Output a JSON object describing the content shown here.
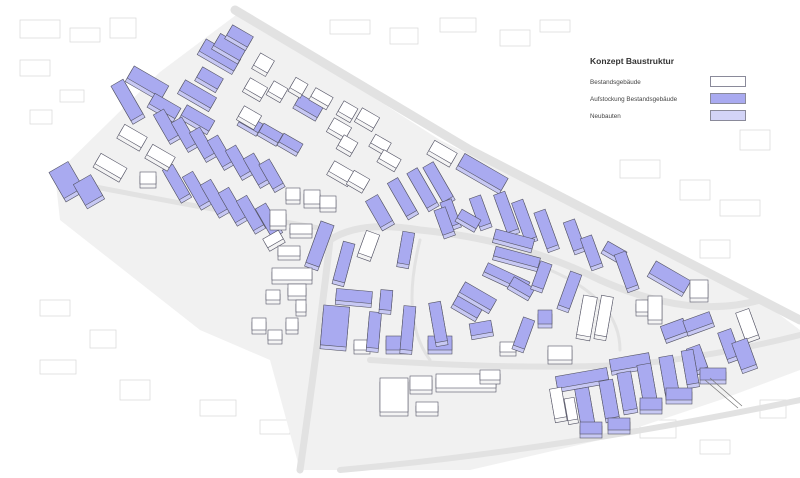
{
  "legend": {
    "title": "Konzept  Baustruktur",
    "items": [
      {
        "label": "Bestandsgebäude",
        "color": "#ffffff"
      },
      {
        "label": "Aufstockung Bestandsgebäude",
        "color": "#a9aaf0"
      },
      {
        "label": "Neubauten",
        "color": "#d3d4f7"
      }
    ]
  },
  "colors": {
    "road": "#e4e4e4",
    "ground": "#f1f1f1",
    "building_outline": "#555566",
    "existing_building": "#ffffff",
    "raised_building": "#a9aaf0",
    "new_building": "#d3d4f7"
  }
}
